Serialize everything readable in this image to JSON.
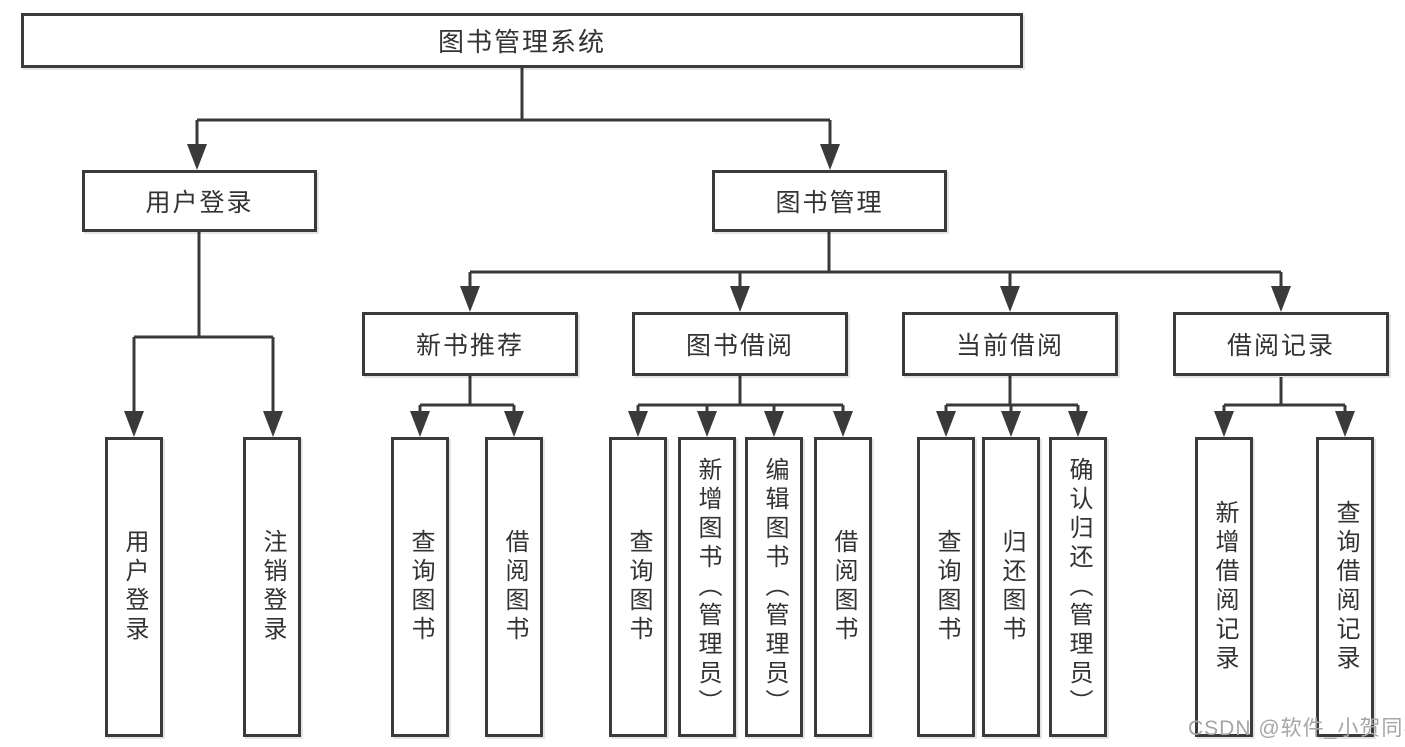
{
  "diagram": {
    "root": {
      "label": "图书管理系统"
    },
    "branches": [
      {
        "label": "用户登录",
        "children": [
          {
            "label": "用户登录"
          },
          {
            "label": "注销登录"
          }
        ]
      },
      {
        "label": "图书管理",
        "groups": [
          {
            "label": "新书推荐",
            "children": [
              {
                "label": "查询图书"
              },
              {
                "label": "借阅图书"
              }
            ]
          },
          {
            "label": "图书借阅",
            "children": [
              {
                "label": "查询图书"
              },
              {
                "label": "新增图书（管理员）"
              },
              {
                "label": "编辑图书（管理员）"
              },
              {
                "label": "借阅图书"
              }
            ]
          },
          {
            "label": "当前借阅",
            "children": [
              {
                "label": "查询图书"
              },
              {
                "label": "归还图书"
              },
              {
                "label": "确认归还（管理员）"
              }
            ]
          },
          {
            "label": "借阅记录",
            "children": [
              {
                "label": "新增借阅记录"
              },
              {
                "label": "查询借阅记录"
              }
            ]
          }
        ]
      }
    ]
  },
  "watermark": {
    "text": "CSDN @软件_小贺同学"
  },
  "colors": {
    "line": "#3a3a3a",
    "box_border": "#3a3a3a",
    "box_fill": "#ffffff",
    "text": "#333333",
    "watermark": "#a6a6a6",
    "background": "#ffffff"
  }
}
